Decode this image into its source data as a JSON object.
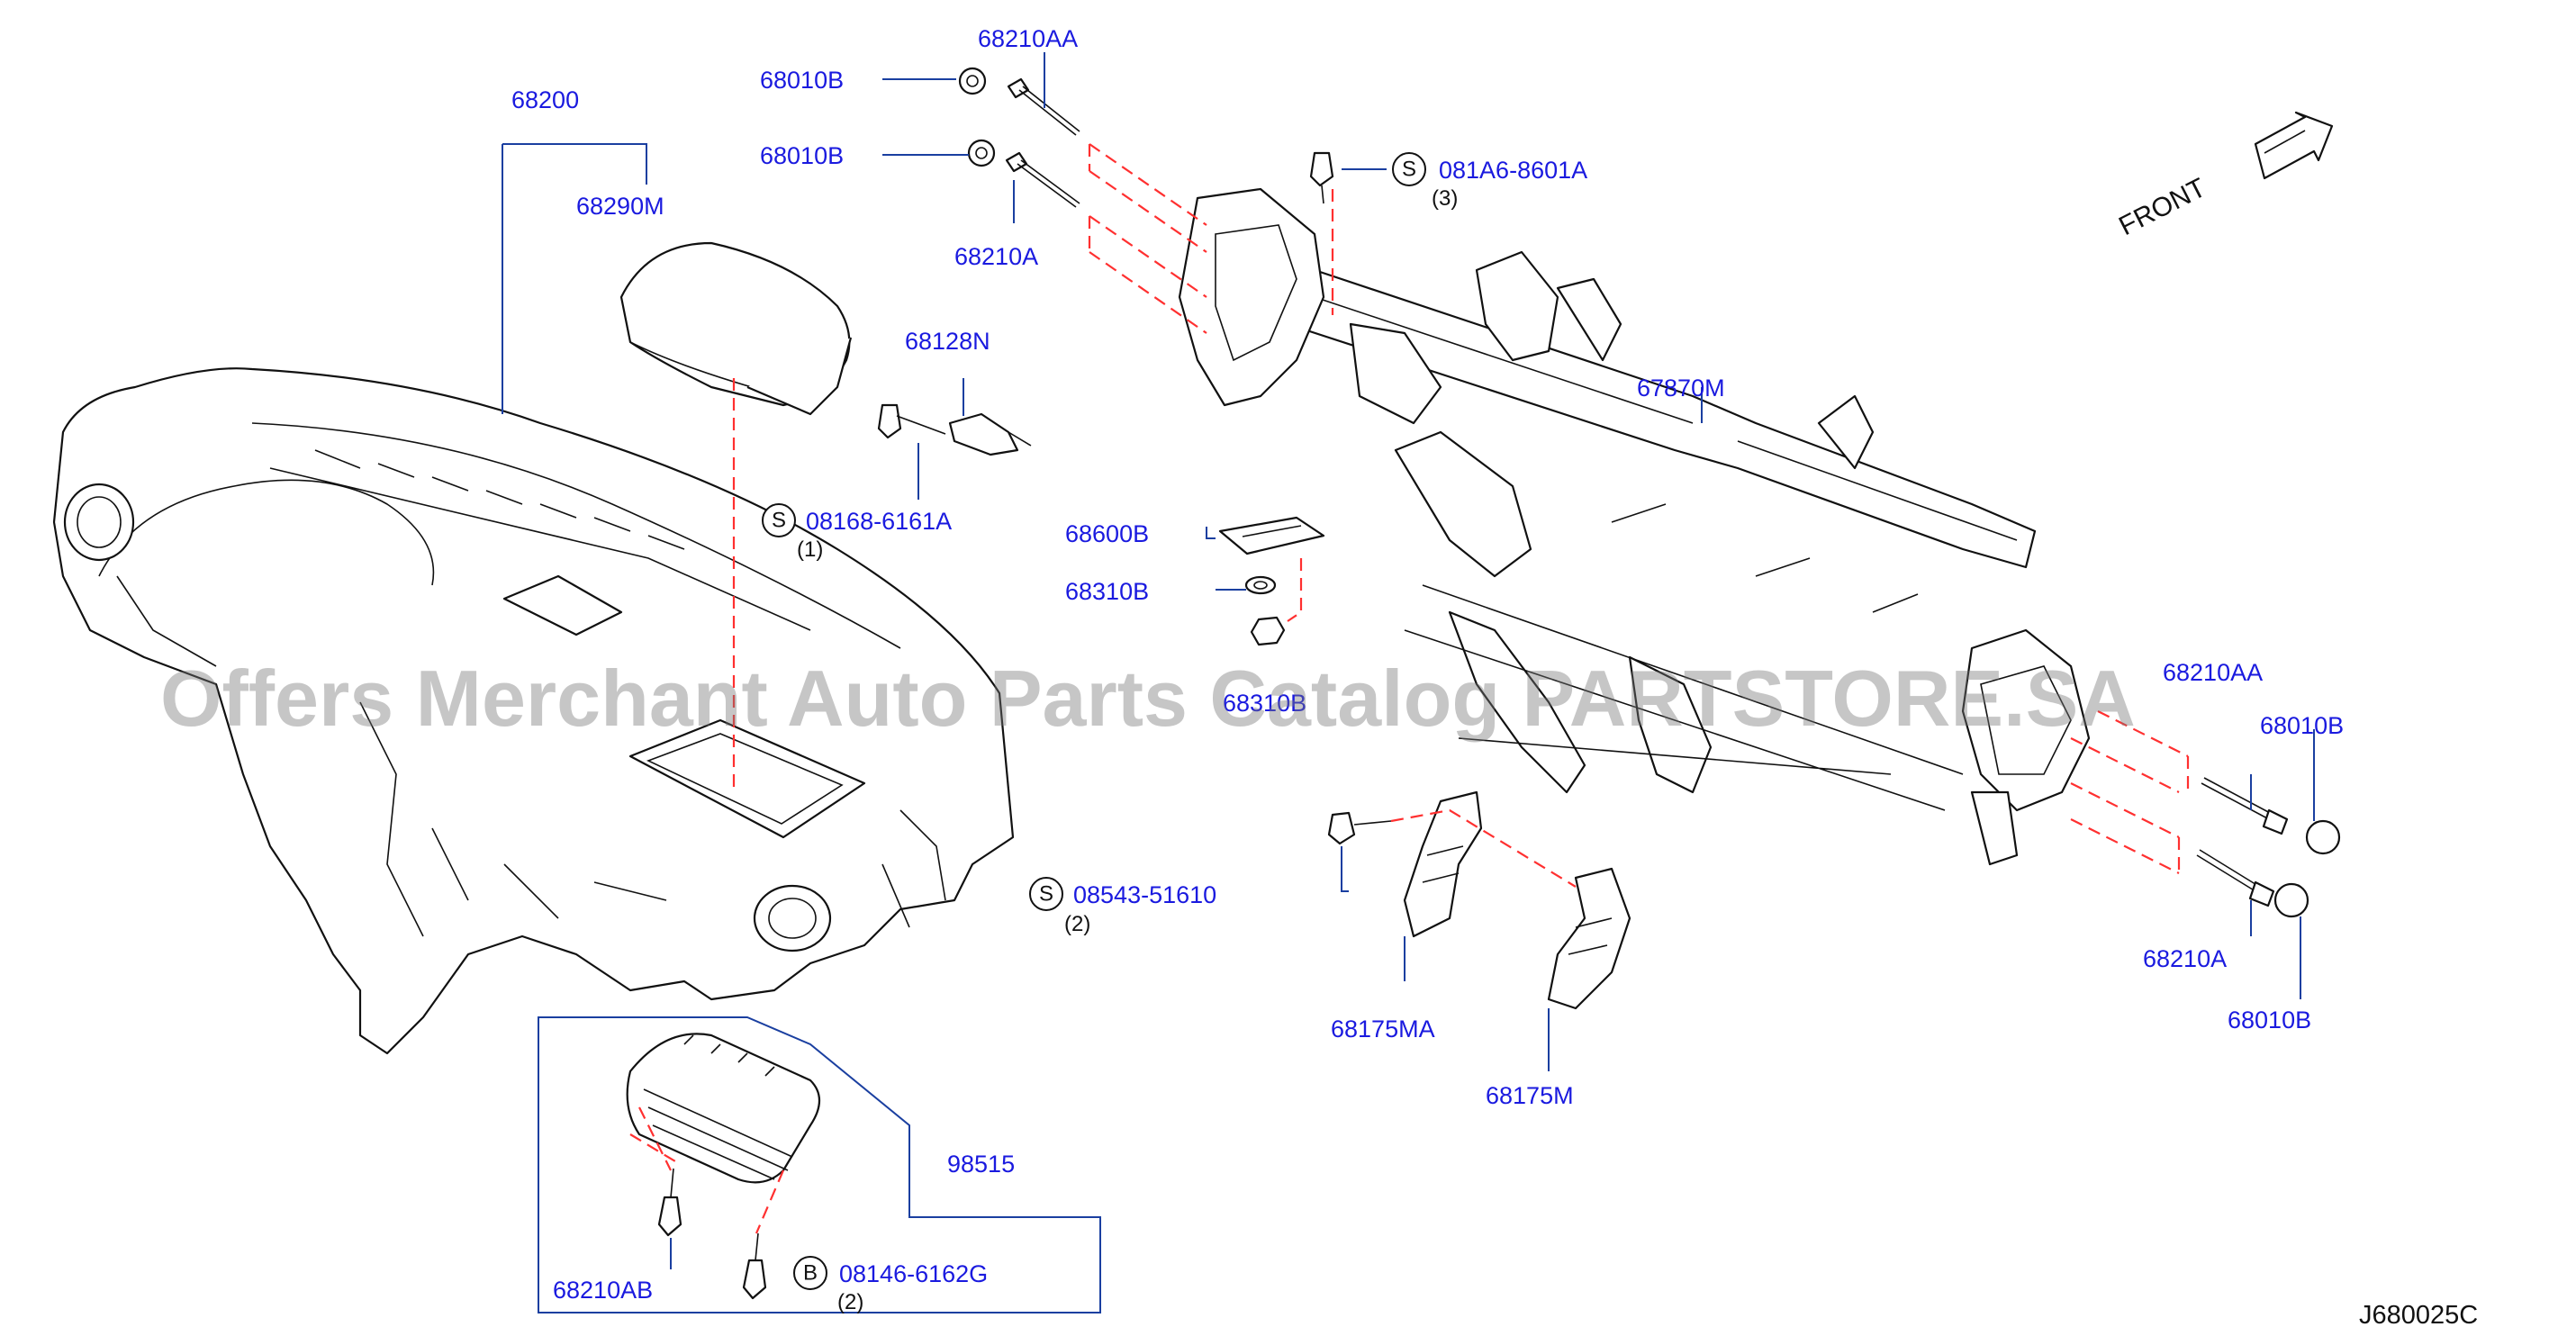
{
  "diagram_code": "J680025C",
  "front_label": "FRONT",
  "watermark": "Offers Merchant Auto Parts Catalog PARTSTORE.SA",
  "part_labels": {
    "p68200": "68200",
    "p68290M": "68290M",
    "p68210AA_top": "68210AA",
    "p68010B_1": "68010B",
    "p68010B_2": "68010B",
    "p68210A_top": "68210A",
    "p081A6": "081A6-8601A",
    "p68128N": "68128N",
    "p08168": "08168-6161A",
    "p68600B": "68600B",
    "p68310B": "68310B",
    "p68310B_obscured": "68310B",
    "p67870M": "67870M",
    "p68210AA_right": "68210AA",
    "p68010B_right1": "68010B",
    "p68210A_right": "68210A",
    "p68010B_right2": "68010B",
    "p08543": "08543-51610",
    "p68175MA": "68175MA",
    "p68175M": "68175M",
    "p98515": "98515",
    "p68210AB": "68210AB",
    "p08146": "08146-6162G"
  },
  "quantities": {
    "q081A6": "(3)",
    "q08168": "(1)",
    "q08543": "(2)",
    "q08146": "(2)"
  },
  "symbols": {
    "s081A6": "S",
    "s08168": "S",
    "s08543": "S",
    "s08146": "B"
  },
  "colors": {
    "label_blue": "#1a1adf",
    "leader_blue": "#1a3fa0",
    "dashed_red": "#ff3030",
    "line_black": "#111111",
    "watermark_gray": "#9a9a9a"
  }
}
